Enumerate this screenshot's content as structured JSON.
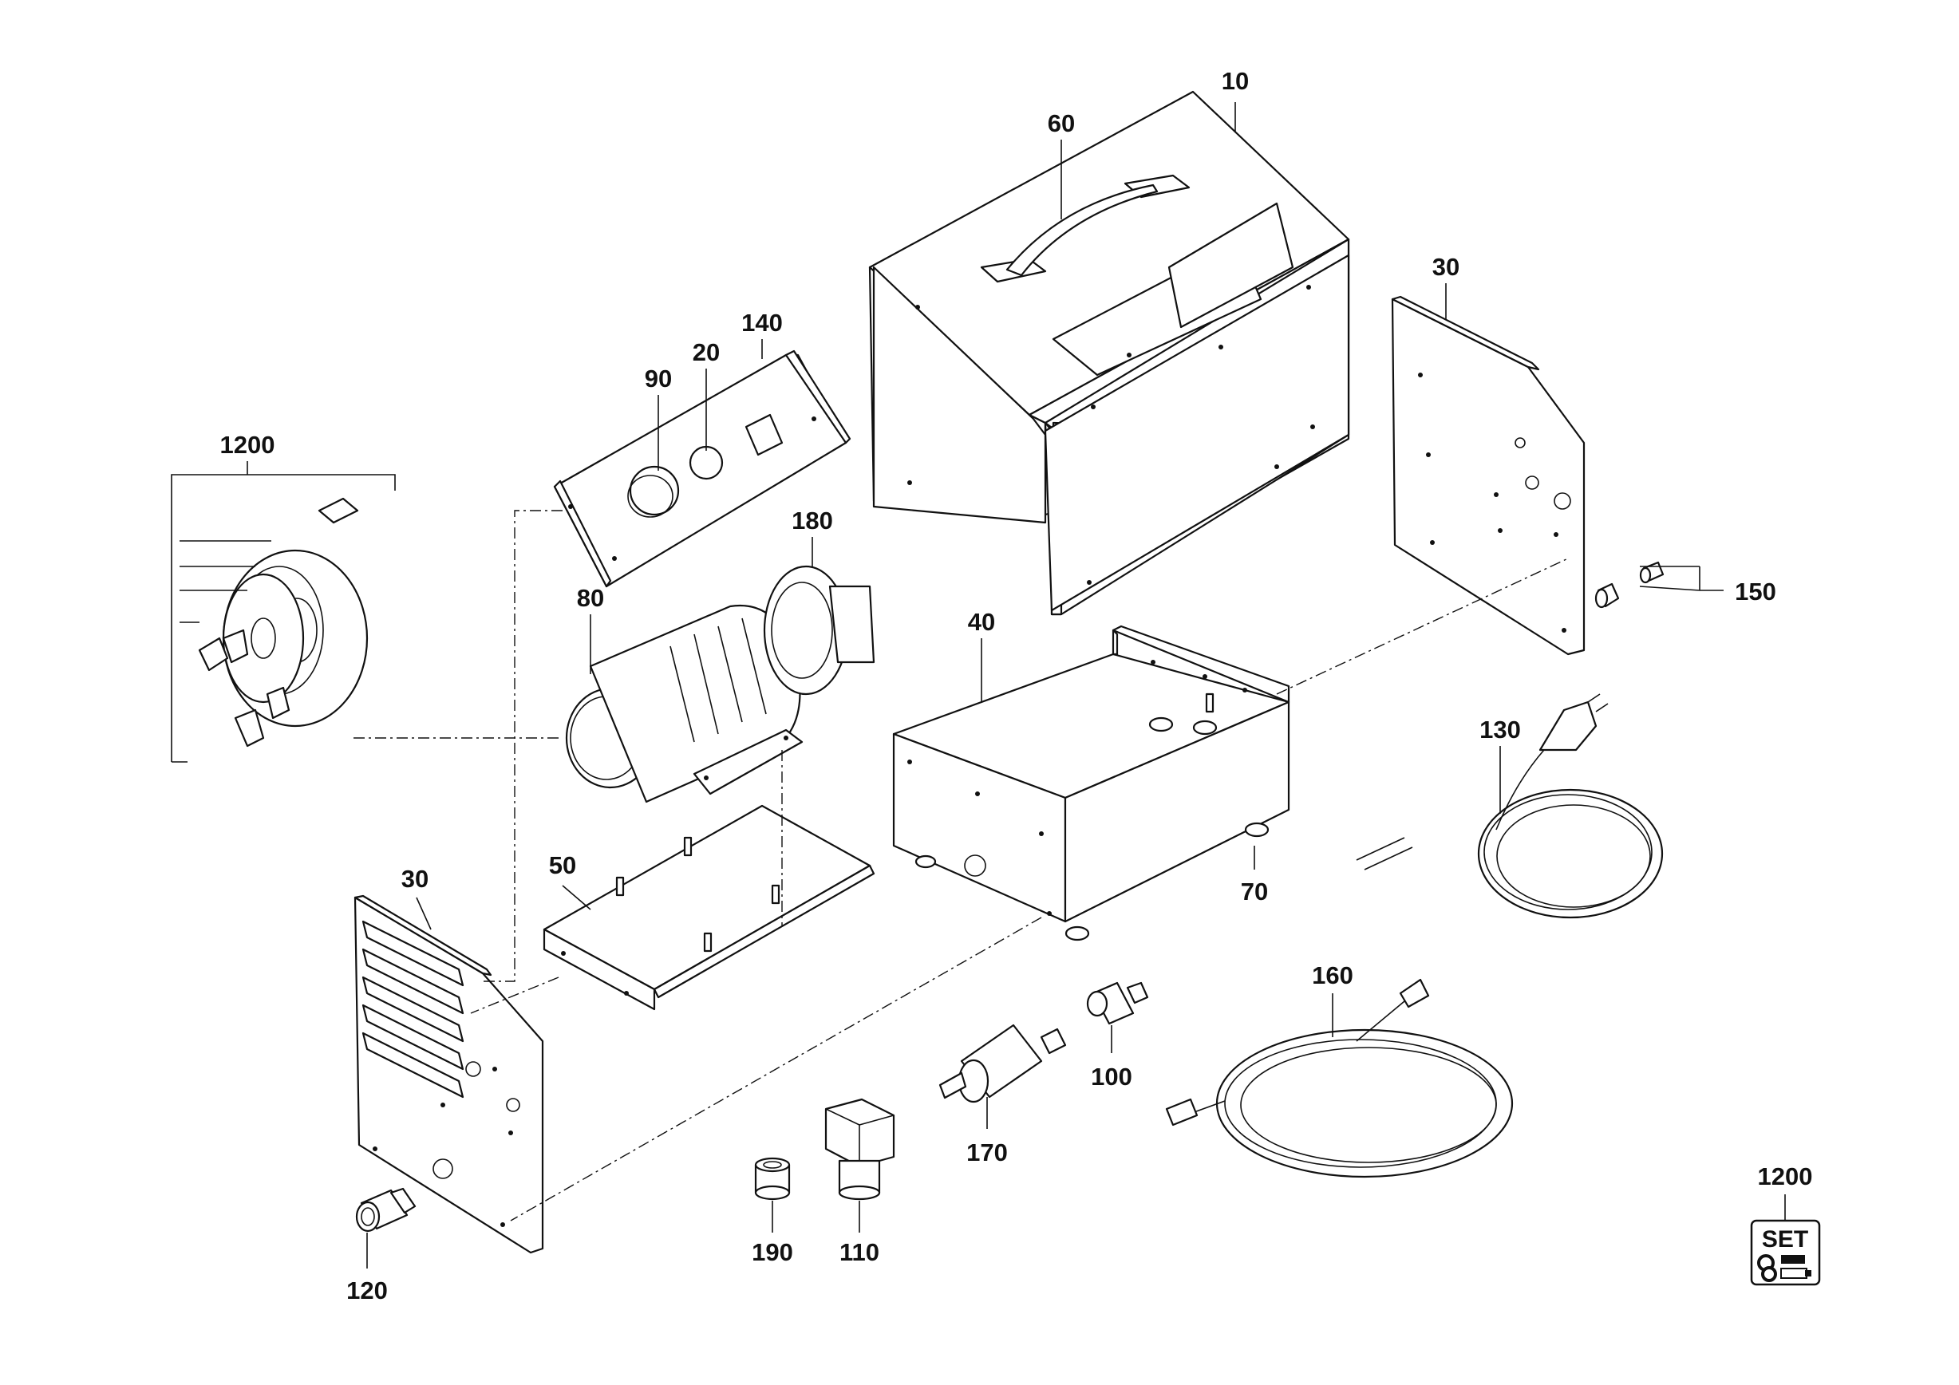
{
  "callouts": {
    "c10": "10",
    "c60": "60",
    "c30_top": "30",
    "c140": "140",
    "c90": "90",
    "c20": "20",
    "c1200": "1200",
    "c180": "180",
    "c150": "150",
    "c80": "80",
    "c40": "40",
    "c130": "130",
    "c50": "50",
    "c30_left": "30",
    "c70": "70",
    "c160": "160",
    "c100": "100",
    "c170": "170",
    "c190": "190",
    "c110": "110",
    "c120": "120",
    "c1200_set": "1200"
  },
  "badge": {
    "set_text": "SET",
    "icon": "screw-set-icon"
  }
}
